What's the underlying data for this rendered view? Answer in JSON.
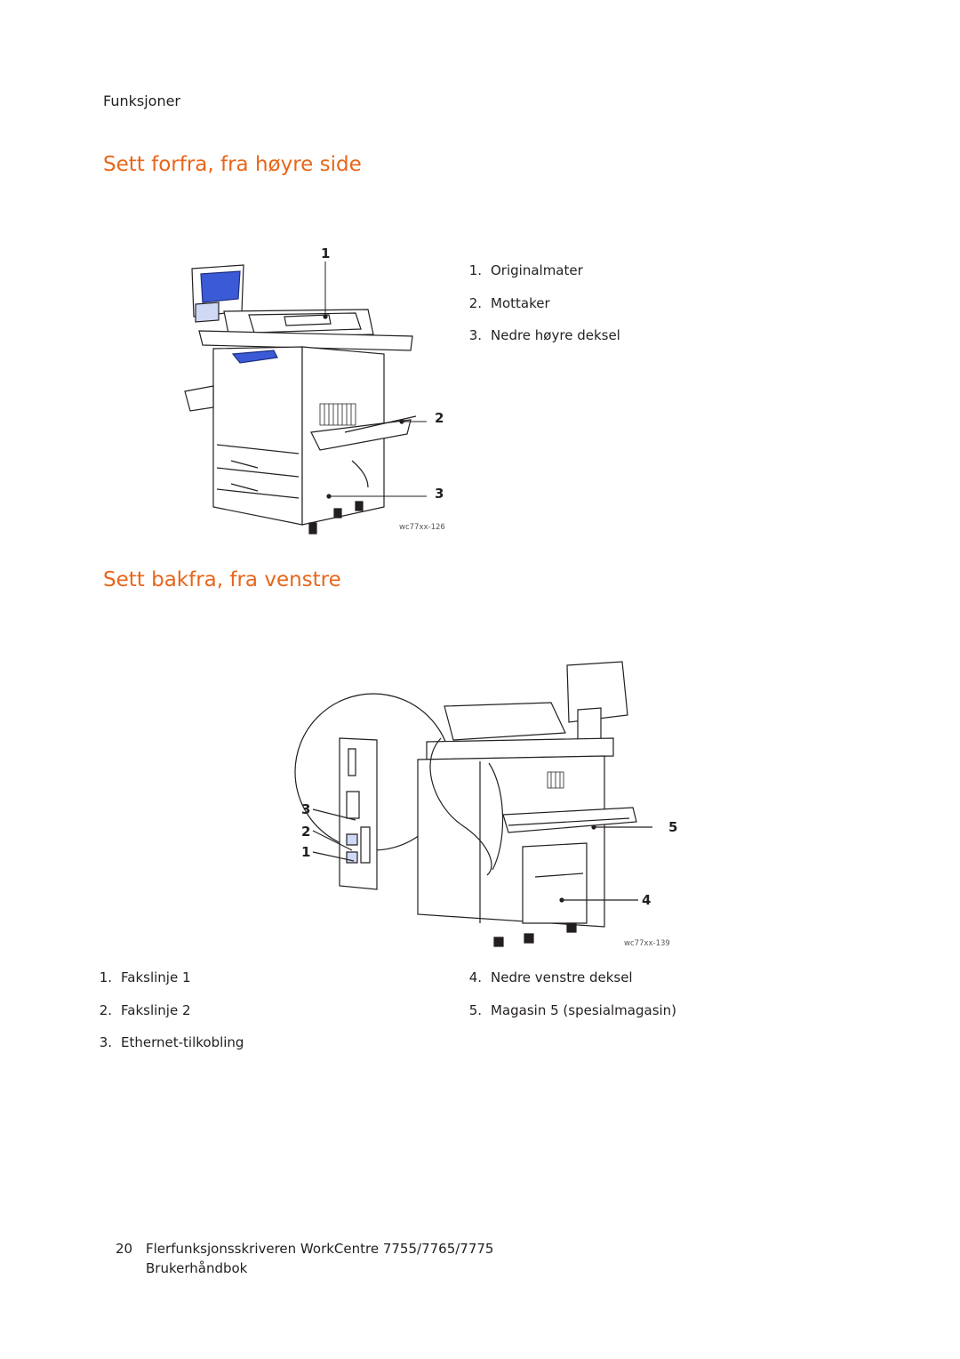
{
  "header": {
    "section": "Funksjoner"
  },
  "section1": {
    "title": "Sett forfra, fra høyre side",
    "figure_code": "wc77xx-126",
    "callouts": [
      "1",
      "2",
      "3"
    ],
    "items": [
      {
        "num": "1.",
        "label": "Originalmater"
      },
      {
        "num": "2.",
        "label": "Mottaker"
      },
      {
        "num": "3.",
        "label": "Nedre høyre deksel"
      }
    ]
  },
  "section2": {
    "title": "Sett bakfra, fra venstre",
    "figure_code": "wc77xx-139",
    "callouts": [
      "3",
      "2",
      "1",
      "5",
      "4"
    ],
    "items_left": [
      {
        "num": "1.",
        "label": "Fakslinje 1"
      },
      {
        "num": "2.",
        "label": "Fakslinje 2"
      },
      {
        "num": "3.",
        "label": "Ethernet-tilkobling"
      }
    ],
    "items_right": [
      {
        "num": "4.",
        "label": "Nedre venstre deksel"
      },
      {
        "num": "5.",
        "label": "Magasin 5 (spesialmagasin)"
      }
    ]
  },
  "footer": {
    "page_number": "20",
    "title_line1": "Flerfunksjonsskriveren WorkCentre 7755/7765/7775",
    "title_line2": "Brukerhåndbok"
  }
}
